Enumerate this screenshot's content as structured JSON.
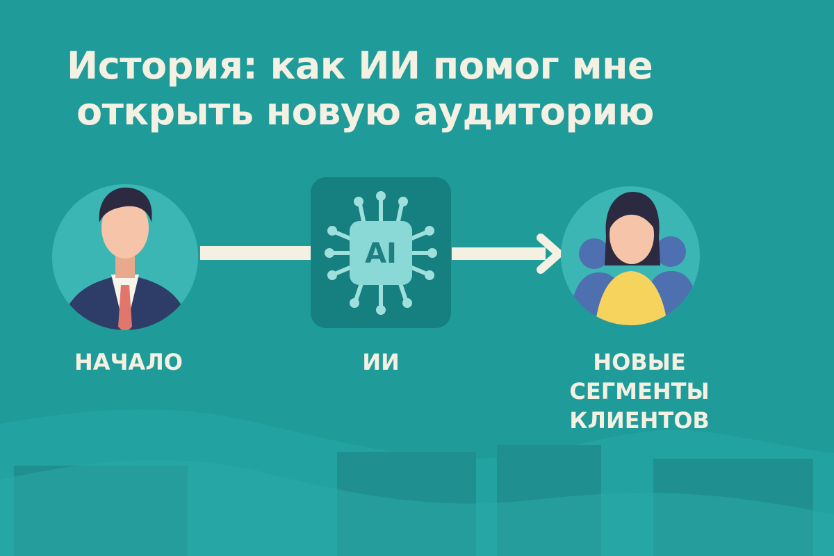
{
  "title": {
    "line1": "История: как ИИ помог мне",
    "line2": "открыть новую аудиторию"
  },
  "nodes": {
    "start": {
      "label": "НАЧАЛО"
    },
    "ai": {
      "label": "ИИ",
      "chip_text": "AI"
    },
    "new_segments": {
      "label_lines": [
        "НОВЫЕ",
        "СЕГМЕНТЫ",
        "КЛИЕНТОВ"
      ]
    }
  },
  "colors": {
    "background": "#1f9b9a",
    "text": "#f4f1e3",
    "circle": "#3bb6b4",
    "ai_tile": "#167f80",
    "chip": "#8ad9d6",
    "suit": "#2d3d67",
    "tie": "#e0766c",
    "skin": "#f6c4a8",
    "hair": "#2b2a40",
    "sweater": "#f5d35c"
  }
}
